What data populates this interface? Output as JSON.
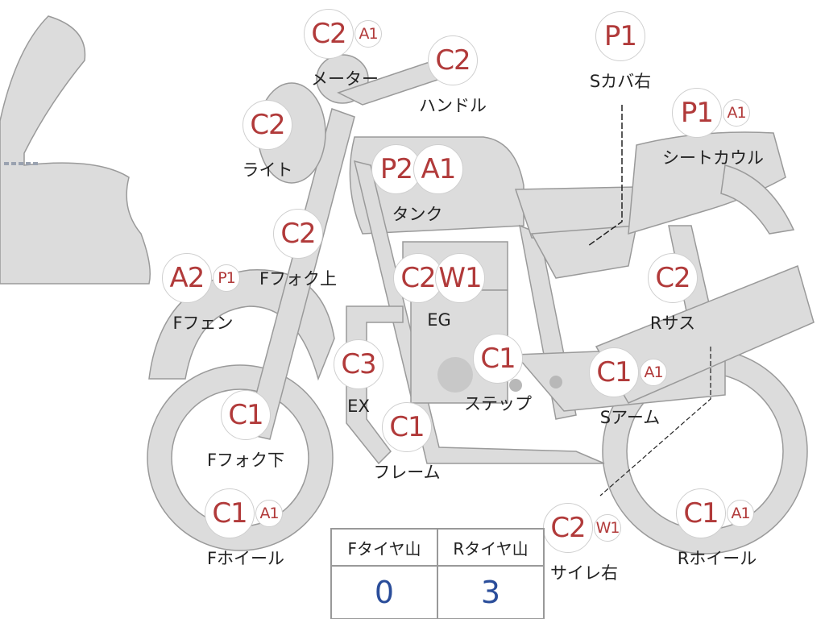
{
  "colors": {
    "body": "#dcdcdc",
    "outline": "#9a9a9a",
    "grade": "#b13a3a",
    "tread_value": "#2a4d9a"
  },
  "tags": [
    {
      "id": "meter",
      "grades": [
        "C2",
        "A1"
      ],
      "label": "メーター"
    },
    {
      "id": "handle",
      "grades": [
        "C2"
      ],
      "label": "ハンドル"
    },
    {
      "id": "light",
      "grades": [
        "C2"
      ],
      "label": "ライト"
    },
    {
      "id": "tank",
      "grades": [
        "P2",
        "A1"
      ],
      "label": "タンク"
    },
    {
      "id": "seat-cover-right",
      "grades": [
        "P1"
      ],
      "label": "Sカバ右"
    },
    {
      "id": "seat-cowl",
      "grades": [
        "P1",
        "A1"
      ],
      "label": "シートカウル"
    },
    {
      "id": "front-fork-upper",
      "grades": [
        "C2"
      ],
      "label": "Fフォク上"
    },
    {
      "id": "front-fender",
      "grades": [
        "A2",
        "P1"
      ],
      "label": "Fフェン"
    },
    {
      "id": "engine",
      "grades": [
        "C2",
        "W1"
      ],
      "label": "EG"
    },
    {
      "id": "rear-suspension",
      "grades": [
        "C2"
      ],
      "label": "Rサス"
    },
    {
      "id": "exhaust",
      "grades": [
        "C3"
      ],
      "label": "EX"
    },
    {
      "id": "step",
      "grades": [
        "C1"
      ],
      "label": "ステップ"
    },
    {
      "id": "swing-arm",
      "grades": [
        "C1",
        "A1"
      ],
      "label": "Sアーム"
    },
    {
      "id": "front-fork-lower",
      "grades": [
        "C1"
      ],
      "label": "Fフォク下"
    },
    {
      "id": "frame",
      "grades": [
        "C1"
      ],
      "label": "フレーム"
    },
    {
      "id": "front-wheel",
      "grades": [
        "C1",
        "A1"
      ],
      "label": "Fホイール"
    },
    {
      "id": "silencer-right",
      "grades": [
        "C2",
        "W1"
      ],
      "label": "サイレ右"
    },
    {
      "id": "rear-wheel",
      "grades": [
        "C1",
        "A1"
      ],
      "label": "Rホイール"
    }
  ],
  "tire_tread": {
    "front_label": "Fタイヤ山",
    "rear_label": "Rタイヤ山",
    "front_value": "0",
    "rear_value": "3"
  }
}
